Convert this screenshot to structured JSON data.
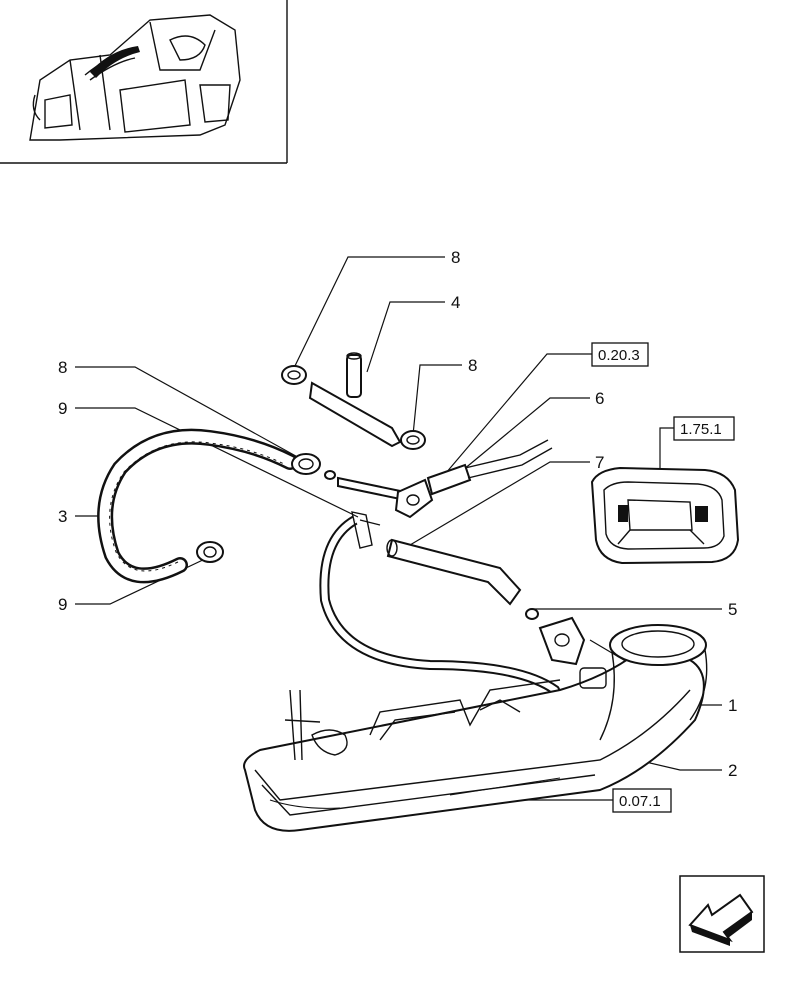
{
  "callouts": {
    "c8a": "8",
    "c4": "4",
    "c8b": "8",
    "c8c": "8",
    "c9a": "9",
    "c3": "3",
    "c9b": "9",
    "c6": "6",
    "c7": "7",
    "c5": "5",
    "c1": "1",
    "c2": "2"
  },
  "references": {
    "r_0203": "0.20.3",
    "r_1751": "1.75.1",
    "r_0071": "0.07.1"
  },
  "icons": {
    "thumbnail": "engine-location-thumbnail-icon",
    "nav": "previous-page-arrow-icon"
  }
}
